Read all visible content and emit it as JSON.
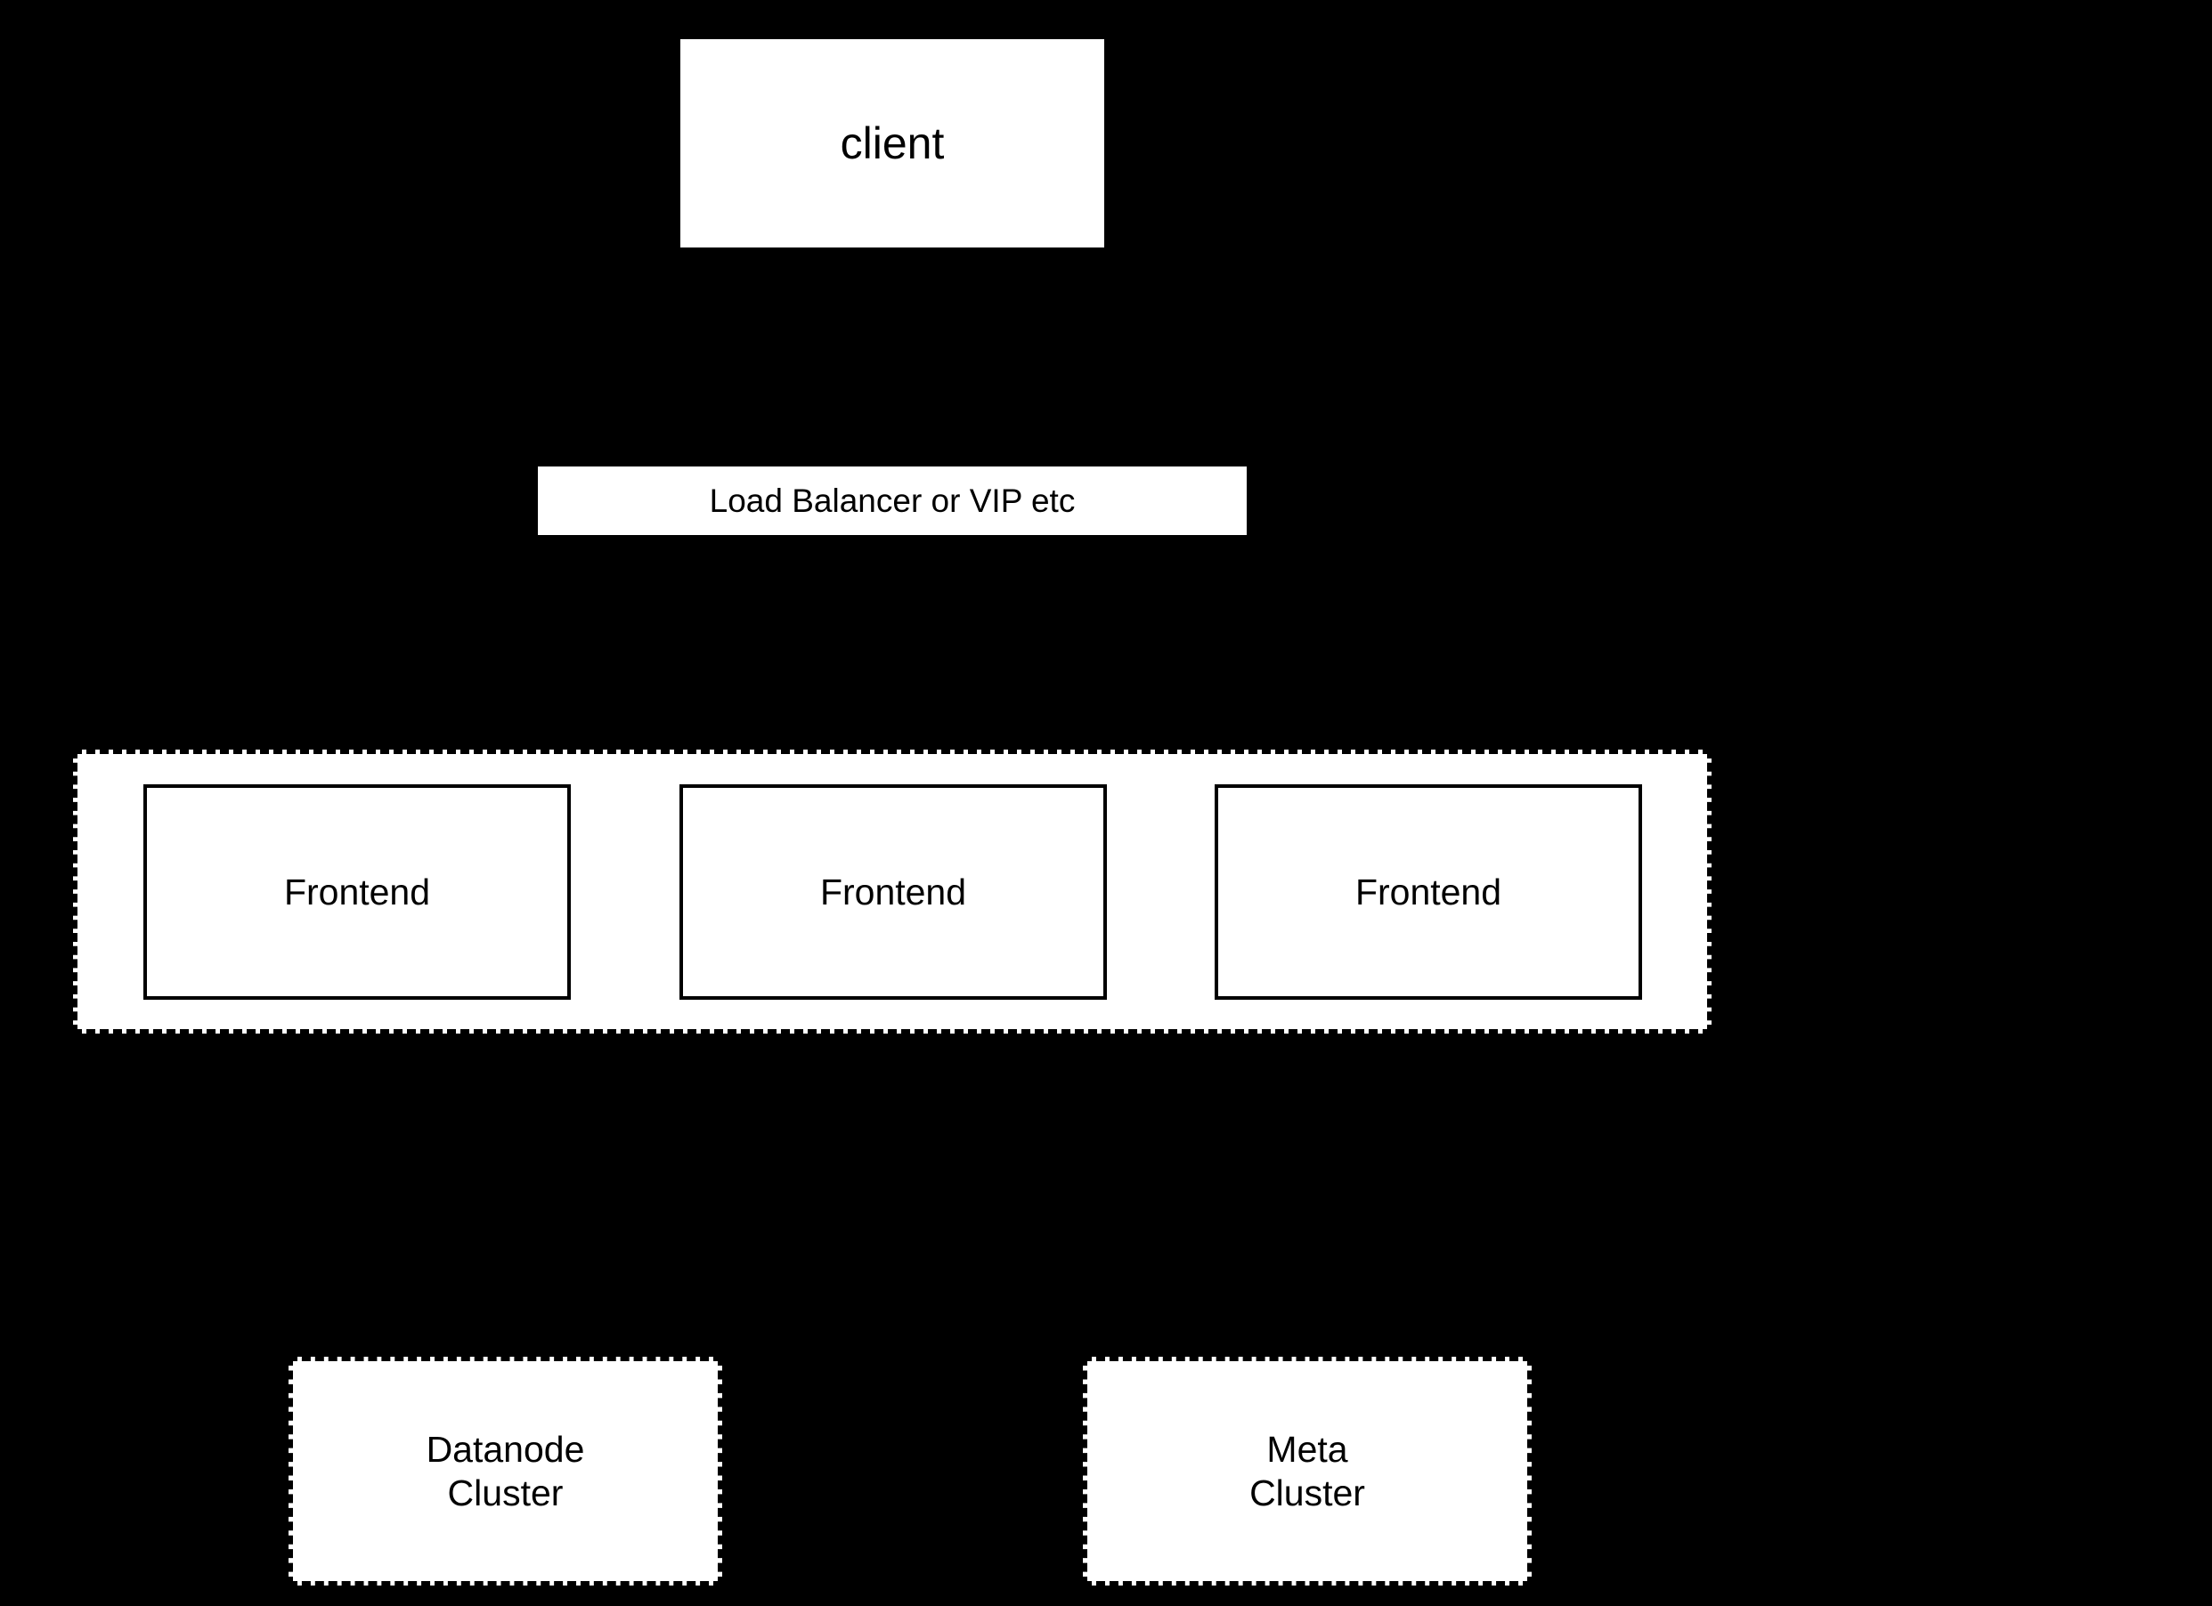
{
  "diagram": {
    "background_color": "#000000",
    "node_fill_color": "#ffffff",
    "stroke_color": "#000000",
    "nodes": {
      "client": {
        "label": "client",
        "shape": "rectangle",
        "border_style": "none"
      },
      "load_balancer": {
        "label": "Load Balancer or VIP etc",
        "shape": "rectangle",
        "border_style": "none"
      },
      "frontend_group": {
        "label": "",
        "shape": "rectangle",
        "border_style": "dashed"
      },
      "frontend_1": {
        "label": "Frontend",
        "shape": "rectangle",
        "border_style": "solid"
      },
      "frontend_2": {
        "label": "Frontend",
        "shape": "rectangle",
        "border_style": "solid"
      },
      "frontend_3": {
        "label": "Frontend",
        "shape": "rectangle",
        "border_style": "solid"
      },
      "datanode_cluster": {
        "label": "Datanode\nCluster",
        "shape": "rectangle",
        "border_style": "dashed"
      },
      "meta_cluster": {
        "label": "Meta\nCluster",
        "shape": "rectangle",
        "border_style": "dashed"
      }
    }
  }
}
